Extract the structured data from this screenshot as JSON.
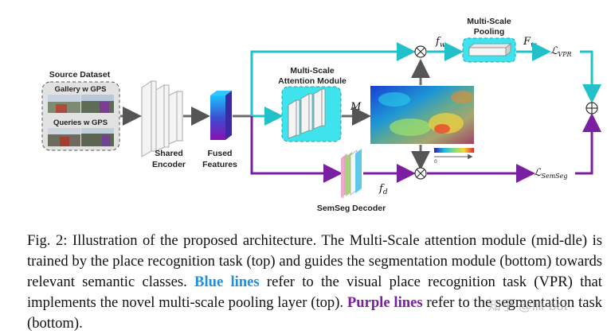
{
  "diagram": {
    "source_dataset": "Source Dataset",
    "gallery": "Gallery w GPS",
    "queries": "Queries w GPS",
    "shared_encoder_line1": "Shared",
    "shared_encoder_line2": "Encoder",
    "fused_features_line1": "Fused",
    "fused_features_line2": "Features",
    "attention_line1": "Multi-Scale",
    "attention_line2": "Attention Module",
    "m_label": "M",
    "pooling_line1": "Multi-Scale",
    "pooling_line2": "Pooling",
    "fw_label": "f",
    "fw_sub": "w",
    "Fw_label": "F",
    "Fw_sub": "w",
    "lvpr_label": "ℒ",
    "lvpr_sub": "VPR",
    "lsem_label": "ℒ",
    "lsem_sub": "SemSeg",
    "fd_label": "f",
    "fd_sub": "d",
    "semseg_decoder": "SemSeg Decoder",
    "colorbar_tick": "0"
  },
  "caption": {
    "p1": "Fig. 2: Illustration of the proposed architecture. The Multi-Scale attention module (mid-dle) is trained by the place recognition task (top) and guides the segmentation module (bottom) towards relevant semantic classes. ",
    "blue": "Blue lines",
    "p2": " refer to the visual place recognition task (VPR) that implements the novel multi-scale pooling layer (top). ",
    "purple": "Purple lines",
    "p3": " refer to the segmentation task (bottom)."
  },
  "watermark": "知乎 @lili-bot",
  "colors": {
    "blue_line": "#22c1c9",
    "purple_line": "#7b1fa2",
    "gray_line": "#6b6b6b"
  }
}
